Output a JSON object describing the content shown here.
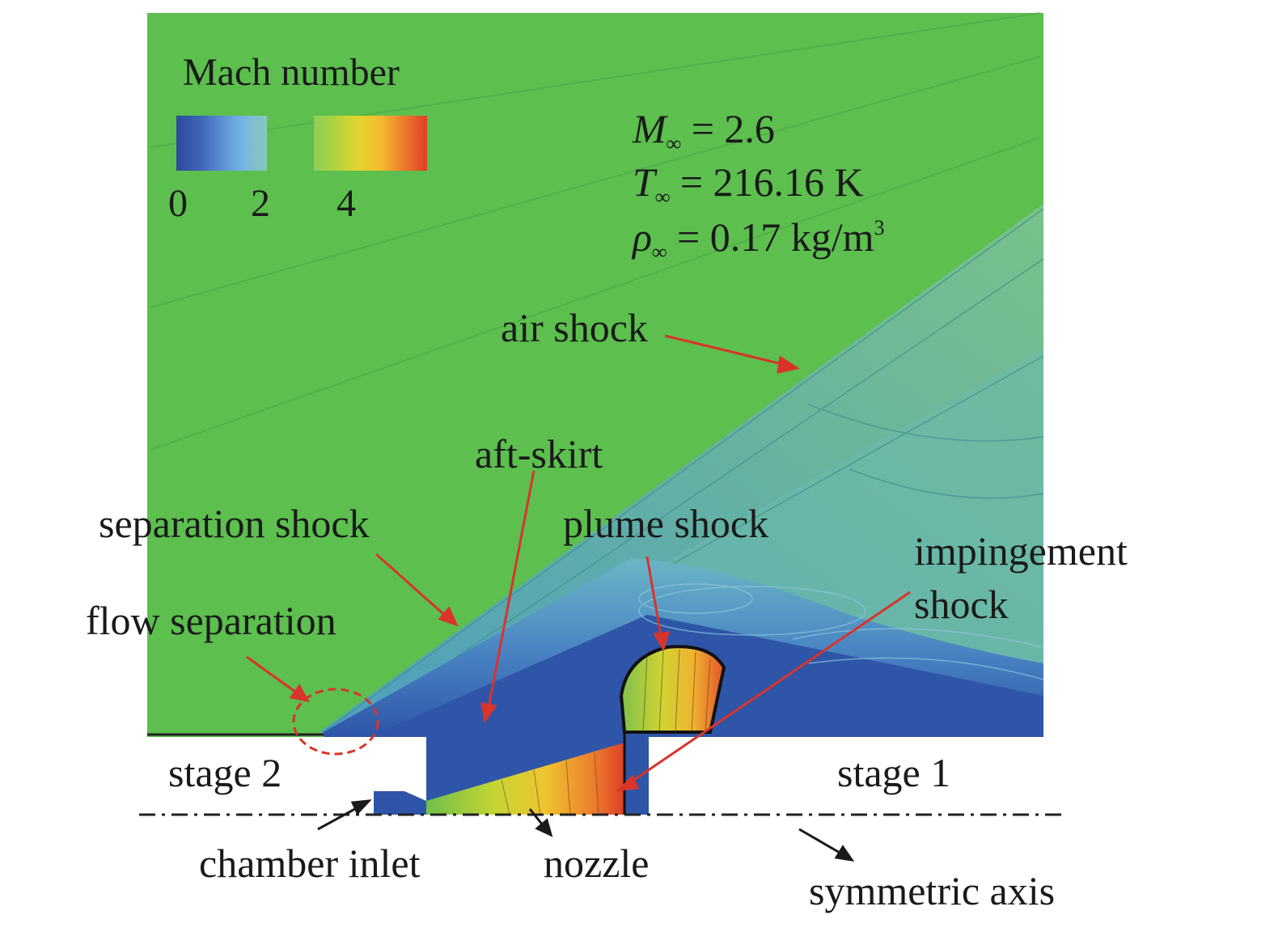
{
  "legend": {
    "title": "Mach number",
    "ticks": [
      "0",
      "2",
      "4"
    ],
    "colors": [
      "#2f4fa1",
      "#3a63b5",
      "#4f86cf",
      "#6fb0e0",
      "#7fc7c9",
      "#8cd08a",
      "#a9cf3c",
      "#d9d82e",
      "#f2c230",
      "#ee8a2a",
      "#e0482a"
    ]
  },
  "conditions": {
    "mach": {
      "symbol": "M",
      "sub": "∞",
      "value": "= 2.6"
    },
    "temp": {
      "symbol": "T",
      "sub": "∞",
      "value": "= 216.16 K"
    },
    "rho": {
      "symbol": "ρ",
      "sub": "∞",
      "value_prefix": "= 0.17 kg/m",
      "exp": "3"
    }
  },
  "labels": {
    "air_shock": "air shock",
    "aft_skirt": "aft-skirt",
    "separation_shock": "separation shock",
    "plume_shock": "plume shock",
    "impingement_1": "impingement",
    "impingement_2": "shock",
    "flow_separation": "flow separation",
    "stage2": "stage 2",
    "stage1": "stage 1",
    "chamber_inlet": "chamber inlet",
    "nozzle": "nozzle",
    "symmetric_axis": "symmetric axis"
  },
  "colors": {
    "freestream": "#5cbf4e",
    "wake": "#2f55a8",
    "arrow_red": "#d8342a",
    "arrow_black": "#1a1a1a",
    "circle": "#d8342a"
  }
}
